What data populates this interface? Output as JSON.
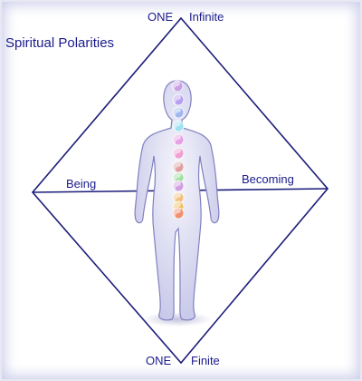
{
  "title": "Spiritual Polarities",
  "labels": {
    "top_left": "ONE",
    "top_right": "Infinite",
    "left": "Being",
    "right": "Becoming",
    "bottom_left": "ONE",
    "bottom_right": "Finite"
  },
  "colors": {
    "text": "#1a1a8c",
    "lines": "#1c1c7a",
    "body_fill": "#e6e6f5",
    "body_stroke": "#8080c0"
  },
  "chakras": [
    {
      "name": "crown",
      "color": "#c8a0e6"
    },
    {
      "name": "upper",
      "color": "#b8a0f0"
    },
    {
      "name": "third-eye",
      "color": "#a0b8f0"
    },
    {
      "name": "throat",
      "color": "#a0e0f0"
    },
    {
      "name": "heart-upper",
      "color": "#e6a0e6"
    },
    {
      "name": "heart",
      "color": "#f0a0d0"
    },
    {
      "name": "solar",
      "color": "#e0a0a0"
    },
    {
      "name": "solar-plexus",
      "color": "#a0e0a0"
    },
    {
      "name": "sacral-upper",
      "color": "#d0a0e0"
    },
    {
      "name": "sacral",
      "color": "#f0c080"
    },
    {
      "name": "root-upper",
      "color": "#f0c060"
    },
    {
      "name": "root",
      "color": "#f09070"
    }
  ]
}
